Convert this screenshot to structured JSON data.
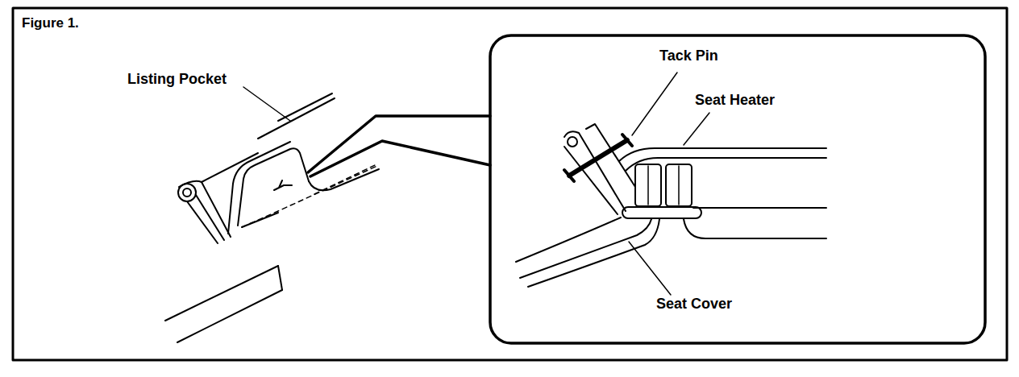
{
  "diagram": {
    "title": "Figure 1.",
    "labels": [
      "Listing Pocket",
      "Tack Pin",
      "Seat Heater",
      "Seat Cover"
    ]
  }
}
